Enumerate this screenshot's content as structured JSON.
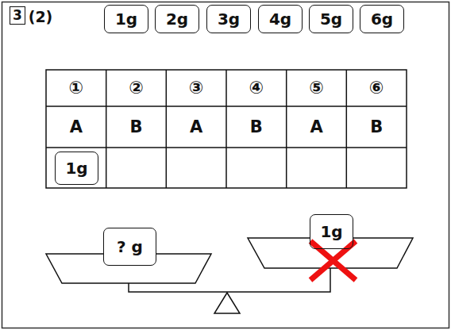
{
  "diagram": {
    "nodes": [
      {
        "text": [
          "3"
        ]
      },
      {
        "text": [
          "1g"
        ]
      },
      {
        "text": [
          "2g"
        ]
      },
      {
        "text": [
          "3g"
        ]
      },
      {
        "text": [
          "4g"
        ]
      },
      {
        "text": [
          "5g"
        ]
      },
      {
        "text": [
          "6g"
        ]
      },
      {
        "text": [
          "1g"
        ]
      },
      {
        "text": [
          "? g"
        ]
      },
      {
        "text": [
          "1g"
        ]
      }
    ],
    "labels": [
      "(2)",
      "①",
      "②",
      "③",
      "④",
      "⑤",
      "⑥",
      "A",
      "B",
      "A",
      "B",
      "A",
      "B"
    ]
  }
}
